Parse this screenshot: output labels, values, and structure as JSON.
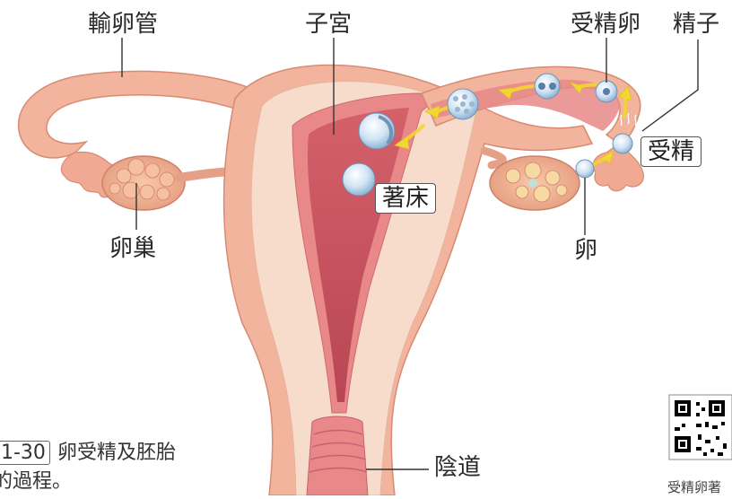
{
  "labels": {
    "oviduct": "輸卵管",
    "uterus": "子宮",
    "fertilized_egg": "受精卵",
    "sperm": "精子",
    "ovary": "卵巢",
    "egg": "卵",
    "vagina": "陰道",
    "fertilization": "受精",
    "implantation": "著床"
  },
  "caption": {
    "number": "1-30",
    "line1": "卵受精及胚胎",
    "line2": "的過程。"
  },
  "qr_caption": "受精卵著",
  "colors": {
    "tissue": "#f2b49c",
    "tissue_dark": "#e0907a",
    "lining": "#e88888",
    "cavity": "#c7545a",
    "wall_inner": "#f8dccb",
    "arrow": "#f2d632",
    "cell": "#d6e9f6"
  }
}
